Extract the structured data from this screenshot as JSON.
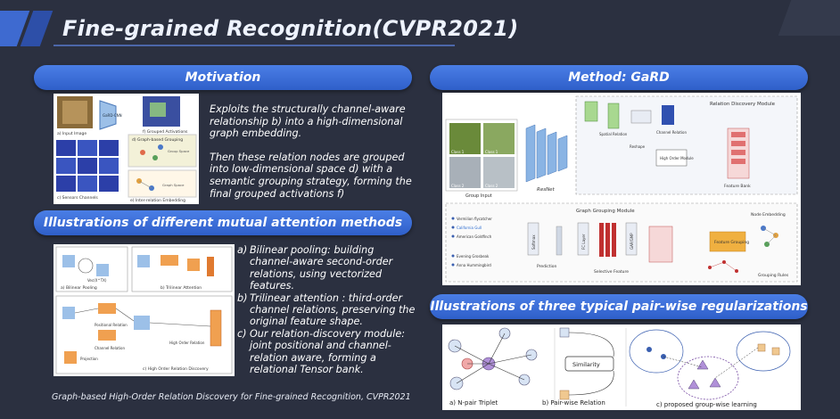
{
  "title": "Fine-grained Recognition(CVPR2021)",
  "sections": {
    "motivation": "Motivation",
    "illustrations": "Illustrations of different mutual attention methods",
    "method": "Method: GaRD",
    "pairwise": "Illustrations of three typical pair-wise regularizations"
  },
  "motivation_text": {
    "p1": "Exploits the structurally channel-aware relationship b) into a high-dimensional graph embedding.",
    "p2": "Then these relation nodes are grouped into low-dimensional space d) with a semantic grouping strategy, forming the final grouped activations f)"
  },
  "attention_list": [
    {
      "label": "a)",
      "text": "Bilinear pooling: building channel-aware second-order relations, using vectorized features."
    },
    {
      "label": "b)",
      "text": "Trilinear attention : third-order channel relations, preserving the original feature shape."
    },
    {
      "label": "c)",
      "text": "Our relation-discovery module: joint positional and channel-relation aware, forming a relational Tensor bank."
    }
  ],
  "caption": "Graph-based High-Order Relation Discovery for Fine-grained Recognition, CVPR2021",
  "fig_motivation": {
    "input": "a) Input Image",
    "sensors": "c) Sensors Channels",
    "grouped": "f) Grouped Activations",
    "graph_grouping": "d) Graph-based Grouping",
    "inter_relation": "e) Inter-relation Embedding",
    "gard": "GaRD-CNN",
    "group_space": "Group Space",
    "graph_space": "Graph Space"
  },
  "fig_attention": {
    "bilinear": "a) Bilinear Pooling",
    "trilinear": "b) Trilinear Attention",
    "hord": "c) High Order Relation Discovery",
    "vec": "Vec(X^TX)",
    "hor_label": "High Order Relation",
    "projection": "Projection",
    "positional": "Positional Relation",
    "channel": "Channel Relation"
  },
  "fig_method": {
    "rdm": "Relation Discovery Module",
    "ggm": "Graph Grouping Module",
    "group_input": "Group Input",
    "resnet": "ResNet",
    "feature_bank": "Feature Bank",
    "hom": "High Order Module",
    "spatial": "Spatial Relation",
    "channel": "Channel Relation",
    "reshape": "Reshape",
    "node_embedding": "Node Embedding",
    "feature_grouping": "Feature Grouping",
    "grouping_rules": "Grouping Rules",
    "selective": "Selective Feature",
    "prediction": "Prediction",
    "softmax": "Softmax",
    "fc_layer": "FC Layer",
    "gap": "GAP/GMP",
    "birds": [
      "Vermilion flycatcher",
      "California Gull",
      "American Goldfinch",
      "Evening Grosbeak",
      "Anna Hummingbird"
    ],
    "classes": [
      "Class 1",
      "Class 1",
      "Class 2",
      "Class 2"
    ]
  },
  "fig_pairwise": {
    "a": "a) N-pair Triplet",
    "b": "b) Pair-wise Relation",
    "c": "c) proposed group-wise learning",
    "similarity": "Similarity"
  },
  "colors": {
    "background": "#2b3040",
    "pill": "#3568d4",
    "accent": "#5b7fd6"
  }
}
